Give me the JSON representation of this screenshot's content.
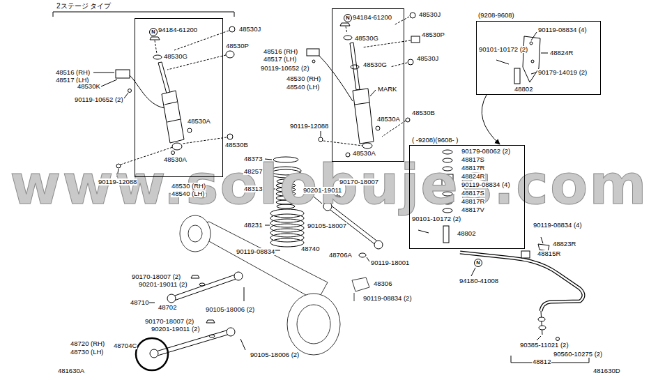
{
  "diagram": {
    "title": "2ステージ タイプ",
    "nodes": [
      {
        "text": [
          "94184-61200",
          "48530G",
          "48530A",
          "48530A"
        ]
      },
      {
        "text": [
          "N"
        ],
        "in": 0
      },
      {
        "text": [
          "94184-61200",
          "48530G",
          "48530G",
          "MARK",
          "48530A",
          "48530A"
        ]
      },
      {
        "text": [
          "N"
        ],
        "in": 2
      },
      {
        "text": [
          "(9208-9608)",
          "90119-08834 (4)",
          "90101-10172 (2)",
          "48824R",
          "90179-14019 (2)",
          "48802"
        ]
      },
      {
        "text": [
          "( -9208)(9608- )",
          "90179-08062 (2)",
          "48817S",
          "48817R",
          "48824R",
          "90119-08834 (4)",
          "48817S",
          "48817R",
          "48817V",
          "90101-10172 (2)",
          "48802"
        ]
      },
      {
        "text": [
          "N"
        ]
      }
    ],
    "edges": [
      {
        "from": 4,
        "to": 5,
        "arrow": "to"
      }
    ],
    "labels": [
      "48530J",
      "48530P",
      "48516 (RH)",
      "48517 (LH)",
      "48530K",
      "90119-10652 (2)",
      "48530B",
      "90119-12088",
      "48530 (RH)",
      "48540 (LH)",
      "48530J",
      "48530P",
      "48516 (RH)",
      "48517 (LH)",
      "90119-10652 (2)",
      "48530J",
      "48530 (RH)",
      "48540 (LH)",
      "48530B",
      "90119-12088",
      "48373",
      "48257",
      "48313",
      "90170-18007",
      "90201-19011",
      "90105-18007",
      "48231",
      "90119-08834",
      "48740",
      "48706A",
      "90119-18001",
      "48306",
      "90119-08834 (2)",
      "90170-18007 (2)",
      "90201-19011 (2)",
      "48710",
      "48702",
      "90105-18006 (2)",
      "90170-18007 (2)",
      "90201-19011 (2)",
      "48720 (RH)",
      "48730 (LH)",
      "48704C",
      "90105-18006 (2)",
      "481630A",
      "90119-08834 (4)",
      "48823R",
      "48815R",
      "94180-41008",
      "90385-11021 (2)",
      "90560-10275 (2)",
      "48812",
      "481630D",
      "www.solobujes.com"
    ]
  }
}
